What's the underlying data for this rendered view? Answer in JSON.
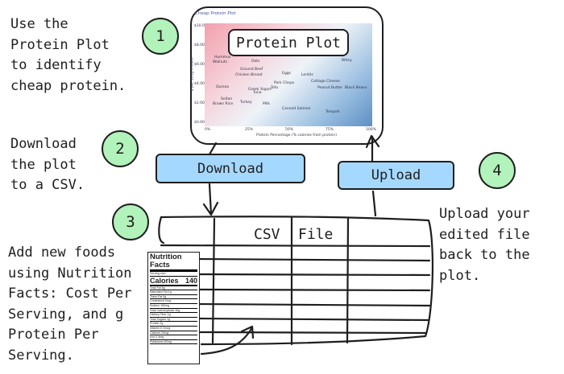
{
  "steps": {
    "one": {
      "number": "1",
      "text": "Use the\nProtein Plot\nto identify\ncheap protein."
    },
    "two": {
      "number": "2",
      "text": "Download\nthe plot\nto a CSV."
    },
    "three": {
      "number": "3",
      "text": "Add new foods\nusing Nutrition\nFacts: Cost Per\nServing, and g\nProtein Per\nServing."
    },
    "four": {
      "number": "4",
      "text": "Upload your\nedited file\nback to the\nplot."
    }
  },
  "buttons": {
    "download": "Download",
    "upload": "Upload"
  },
  "plot": {
    "overlay_title": "Protein Plot",
    "header": "Cheap Protein Plot",
    "y_label": "$ per 100g Protein",
    "x_label": "Protein Percentage (% calories from protein)",
    "y_ticks": [
      "$10.00",
      "$8.00",
      "$6.00",
      "$4.00",
      "$2.00",
      "$0.00"
    ],
    "x_ticks": [
      "0%",
      "25%",
      "50%",
      "75%",
      "100%"
    ],
    "point_labels": [
      "Hummus",
      "Walnuts",
      "Oats",
      "Whey",
      "Ground Beef",
      "Chicken Breast",
      "Eggs",
      "Lentils",
      "Cottage Cheese",
      "Pork Chops",
      "Quinoa",
      "Greek Yogurt",
      "Tofu",
      "Peanut Butter",
      "Black Beans",
      "Tuna",
      "Seitan",
      "Brown Rice",
      "Turkey",
      "Milk",
      "Canned Salmon",
      "Tempeh"
    ]
  },
  "table": {
    "headers": [
      "CSV",
      "File"
    ]
  },
  "nutrition_facts": {
    "title": "Nutrition Facts",
    "serving_size": "Serving size",
    "calories_label": "Calories",
    "calories_value": "140",
    "lines": [
      "Total Fat 8g",
      "Saturated Fat 1g",
      "Trans Fat 0g",
      "Cholesterol 0mg",
      "Sodium 160mg",
      "Total Carbohydrate 16g",
      "Dietary Fiber 1g",
      "Total Sugars 1g",
      "Protein 2g",
      "Vitamin D 0mcg",
      "Calcium 10mg",
      "Iron 0.4mg",
      "Potassium 60mg"
    ]
  },
  "colors": {
    "step_green": "#b2f2bb",
    "pill_blue": "#a5d8ff",
    "stroke": "#1e1e1e"
  }
}
